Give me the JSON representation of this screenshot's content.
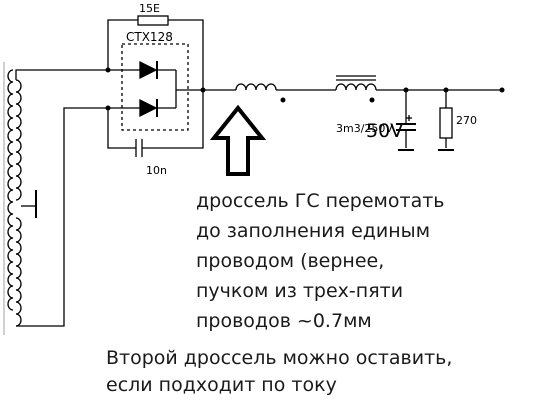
{
  "labels": {
    "resistor_top": "15E",
    "diode_bridge": "CTX128",
    "capacitor_bottom": "10n",
    "capacitor_main_a": "3m3/250V",
    "capacitor_main_b": "50V",
    "resistor_load": "270"
  },
  "note_main": [
    "дроссель ГС перемотать",
    "до заполнения единым",
    "проводом (вернее,",
    "пучком из трех-пяти",
    "проводов ~0.7мм"
  ],
  "note_second": [
    "Второй дроссель можно оставить,",
    "если подходит по току"
  ]
}
